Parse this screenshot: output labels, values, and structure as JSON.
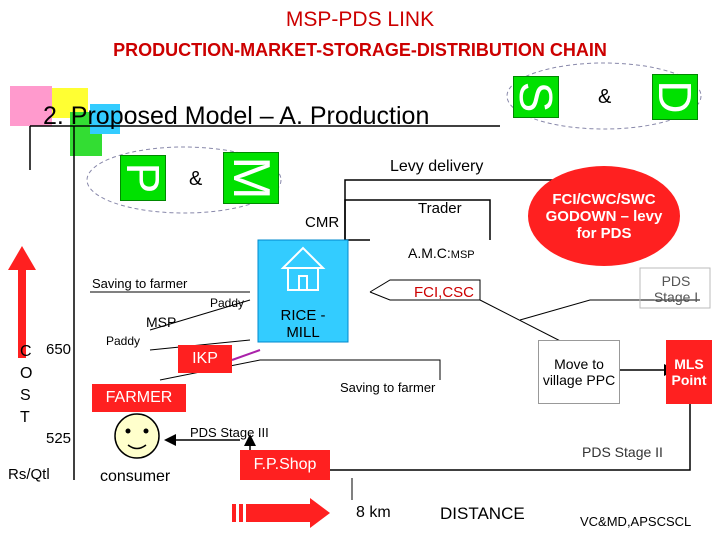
{
  "title": "MSP-PDS LINK",
  "subtitle": "PRODUCTION-MARKET-STORAGE-DISTRIBUTION CHAIN",
  "model_heading": "2.  Proposed Model – A. Production",
  "letters": {
    "p": "P",
    "m": "M",
    "s": "S",
    "d": "D",
    "amp_pm": "&",
    "amp_sd": "&"
  },
  "labels": {
    "levy_delivery": "Levy delivery",
    "trader": "Trader",
    "cmr": "CMR",
    "amc_msp_prefix": "A.M.C:",
    "amc_msp_suffix": "MSP",
    "fci_godown": "FCI/CWC/SWC GODOWN – levy for PDS",
    "saving_to_farmer_top": "Saving to farmer",
    "msp": "MSP",
    "paddy_1": "Paddy",
    "paddy_2": "Paddy",
    "rice_mill": "RICE -MILL",
    "fci_csc": "FCI,CSC",
    "pds_stage_1": "PDS Stage I",
    "ikp": "IKP",
    "farmer": "FARMER",
    "saving_to_farmer_bottom": "Saving to farmer",
    "move_to_village": "Move to village PPC",
    "mls_point": "MLS Point",
    "pds_stage_3": "PDS Stage III",
    "pds_stage_2": "PDS Stage II",
    "fp_shop": "F.P.Shop",
    "consumer": "consumer",
    "distance_value": "8 km",
    "distance_label": "DISTANCE",
    "cost_label": "C O S T",
    "cost_650": "650",
    "cost_525": "525",
    "unit_label": "Rs/Qtl",
    "footer": "VC&MD,APSCSCL"
  },
  "colors": {
    "title_red": "#cc0000",
    "green": "#00e100",
    "arrow_red": "#ff2020",
    "light_blue": "#33ccff",
    "yellow_face": "#ffffcc"
  },
  "icons": {
    "house": "house-icon",
    "smiley": "smiley-face-icon",
    "arrow": "striped-arrow-icon"
  }
}
